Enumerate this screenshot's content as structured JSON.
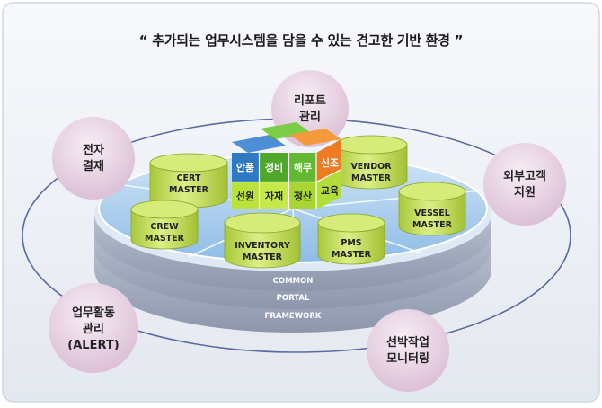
{
  "title": "“ 추가되는 업무시스템을 담을 수 있는 견고한 기반 환경 ”",
  "bubbles": {
    "report": [
      "리포트",
      "관리"
    ],
    "epay": [
      "전자",
      "결재"
    ],
    "customer": [
      "외부고객",
      "지원"
    ],
    "alert": [
      "업무활동",
      "관리",
      "(ALERT)"
    ],
    "monitor": [
      "선박작업",
      "모니터링"
    ]
  },
  "masters": {
    "cert": [
      "CERT",
      "MASTER"
    ],
    "vendor": [
      "VENDOR",
      "MASTER"
    ],
    "crew": [
      "CREW",
      "MASTER"
    ],
    "vessel": [
      "VESSEL",
      "MASTER"
    ],
    "inventory": [
      "INVENTORY",
      "MASTER"
    ],
    "pms": [
      "PMS",
      "MASTER"
    ]
  },
  "cube": {
    "top_row": [
      "안품",
      "정비",
      "해무",
      "신조"
    ],
    "bottom_row": [
      "선원",
      "자재",
      "정산",
      "교육"
    ]
  },
  "layers": [
    "COMMON",
    "PORTAL",
    "FRAMEWORK"
  ],
  "colors": {
    "bubble": "#e6cfe2",
    "cylinder": "#c6df5c",
    "platform_blue": "#8fbde6",
    "platform_gray": "#9aa3b8",
    "cube_blue": "#2f79c2",
    "cube_green": "#62b832",
    "cube_orange": "#ee7a22",
    "cube_lime": "#b9e23b"
  }
}
